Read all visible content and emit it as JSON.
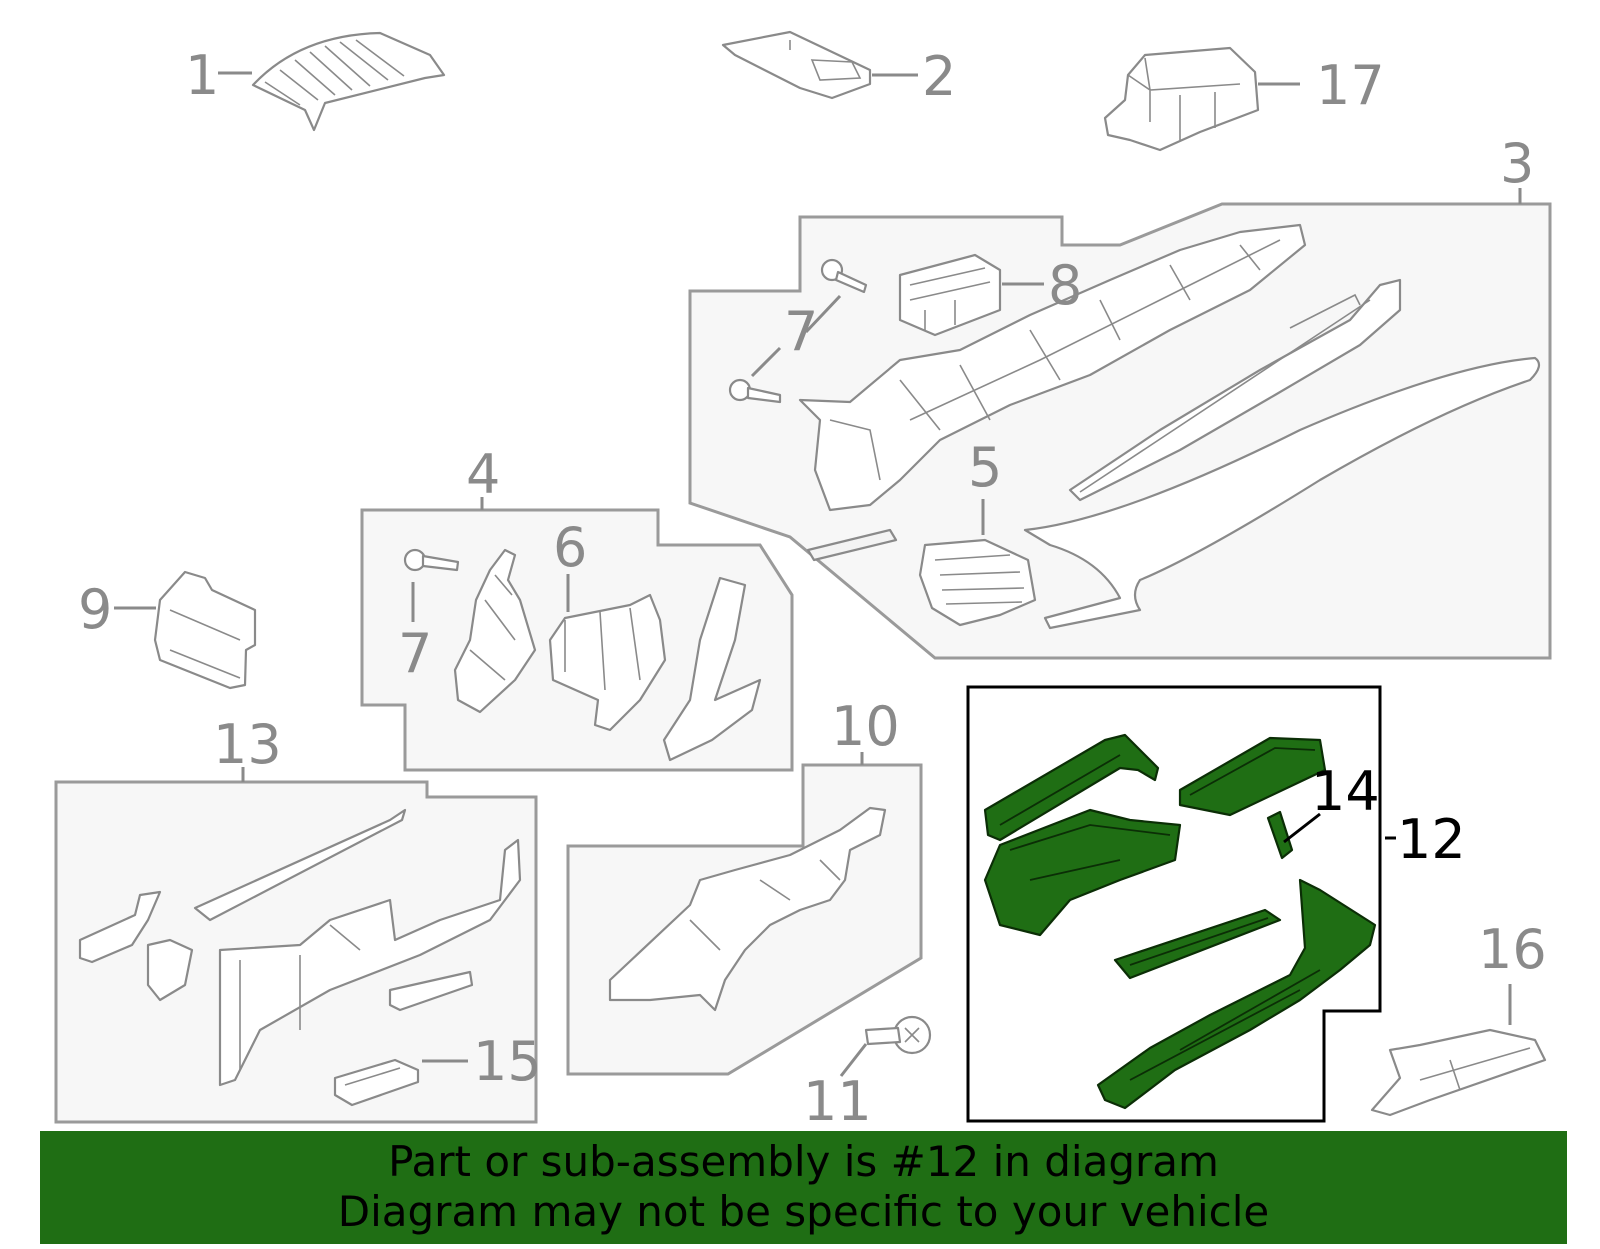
{
  "diagram": {
    "callouts": [
      {
        "id": "c1",
        "label": "1",
        "highlight": false
      },
      {
        "id": "c2",
        "label": "2",
        "highlight": false
      },
      {
        "id": "c3",
        "label": "3",
        "highlight": false
      },
      {
        "id": "c4",
        "label": "4",
        "highlight": false
      },
      {
        "id": "c5",
        "label": "5",
        "highlight": false
      },
      {
        "id": "c6",
        "label": "6",
        "highlight": false
      },
      {
        "id": "c7a",
        "label": "7",
        "highlight": false
      },
      {
        "id": "c7b",
        "label": "7",
        "highlight": false
      },
      {
        "id": "c8",
        "label": "8",
        "highlight": false
      },
      {
        "id": "c9",
        "label": "9",
        "highlight": false
      },
      {
        "id": "c10",
        "label": "10",
        "highlight": false
      },
      {
        "id": "c11",
        "label": "11",
        "highlight": false
      },
      {
        "id": "c12",
        "label": "12",
        "highlight": true
      },
      {
        "id": "c13",
        "label": "13",
        "highlight": false
      },
      {
        "id": "c14",
        "label": "14",
        "highlight": true
      },
      {
        "id": "c15",
        "label": "15",
        "highlight": false
      },
      {
        "id": "c16",
        "label": "16",
        "highlight": false
      },
      {
        "id": "c17",
        "label": "17",
        "highlight": false
      }
    ],
    "highlight_color": "#1f6e14",
    "line_color": "#8a8a8a"
  },
  "banner": {
    "line1": "Part or sub-assembly is #12 in diagram",
    "line2": "Diagram may not be specific to your vehicle",
    "background": "#1f6e14"
  }
}
